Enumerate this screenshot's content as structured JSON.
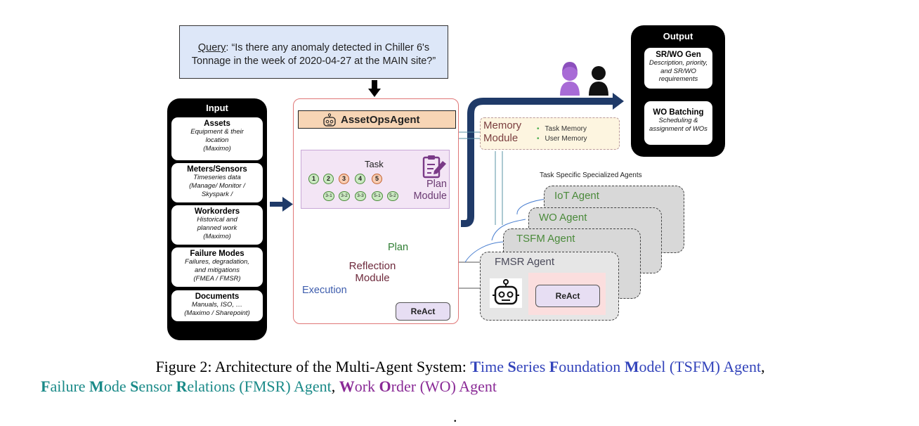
{
  "query": {
    "label": "Query",
    "text_line1": ": “Is there any anomaly detected in Chiller 6's",
    "text_line2": "Tonnage in the week of 2020-04-27 at the MAIN site?”"
  },
  "input": {
    "title": "Input",
    "items": [
      {
        "heading": "Assets",
        "desc": [
          "Equipment & their",
          "location",
          "(Maximo)"
        ]
      },
      {
        "heading": "Meters/Sensors",
        "desc": [
          "Timeseries data",
          "(Manage/ Monitor /",
          "Skyspark /"
        ]
      },
      {
        "heading": "Workorders",
        "desc": [
          "Historical and",
          "planned work",
          "(Maximo)"
        ]
      },
      {
        "heading": "Failure Modes",
        "desc": [
          "Failures, degradation,",
          "and mitigations",
          "(FMEA / FMSR)"
        ]
      },
      {
        "heading": "Documents",
        "desc": [
          "Manuals, ISO, …",
          "(Maximo / Sharepoint)"
        ]
      }
    ]
  },
  "agent": {
    "title": "AssetOpsAgent",
    "task_label": "Task",
    "plan_module": [
      "Plan",
      "Module"
    ],
    "tree_level1": [
      "1",
      "2",
      "3",
      "4",
      "5"
    ],
    "tree_level2": [
      "3-1",
      "3-2",
      "3-3",
      "5-1",
      "5-2"
    ],
    "reflection_module": [
      "Reflection",
      "Module"
    ],
    "plan_label": "Plan",
    "execution_label": "Execution",
    "react_label": "ReAct"
  },
  "memory": {
    "title": [
      "Memory",
      "Module"
    ],
    "items": [
      "Task Memory",
      "User Memory"
    ],
    "bullet": "•"
  },
  "output": {
    "title": "Output",
    "items": [
      {
        "heading": "SR/WO Gen",
        "desc": [
          "Description, priority,",
          "and SR/WO",
          "requirements"
        ]
      },
      {
        "heading": "WO Batching",
        "desc": [
          "Scheduling &",
          "assignment of WOs"
        ]
      }
    ]
  },
  "specialized": {
    "label": "Task Specific Specialized Agents",
    "agents": [
      "IoT Agent",
      "WO Agent",
      "TSFM Agent",
      "FMSR Agent"
    ],
    "react_label": "ReAct"
  },
  "colors": {
    "arrow": "#1f3a68",
    "tsfm": "#3344bb",
    "fmsr": "#1a8a88",
    "wo": "#8a2a96",
    "agent_name_green": "#4a8a3a",
    "agent_name_dark": "#4a4a5a"
  },
  "caption": {
    "prefix": "Figure 2: Architecture of the Multi-Agent System: ",
    "tsfm": [
      {
        "b": "T",
        "r": "ime "
      },
      {
        "b": "S",
        "r": "eries "
      },
      {
        "b": "F",
        "r": "oundation "
      },
      {
        "b": "M",
        "r": "odel (TSFM) Agent"
      }
    ],
    "comma1": ",",
    "fmsr": [
      {
        "b": "F",
        "r": "ailure "
      },
      {
        "b": "M",
        "r": "ode "
      },
      {
        "b": "S",
        "r": "ensor "
      },
      {
        "b": "R",
        "r": "elations (FMSR) Agent"
      }
    ],
    "comma2": ", ",
    "wo": [
      {
        "b": "W",
        "r": "ork "
      },
      {
        "b": "O",
        "r": "rder (WO) Agent"
      }
    ],
    "trailing": "."
  }
}
